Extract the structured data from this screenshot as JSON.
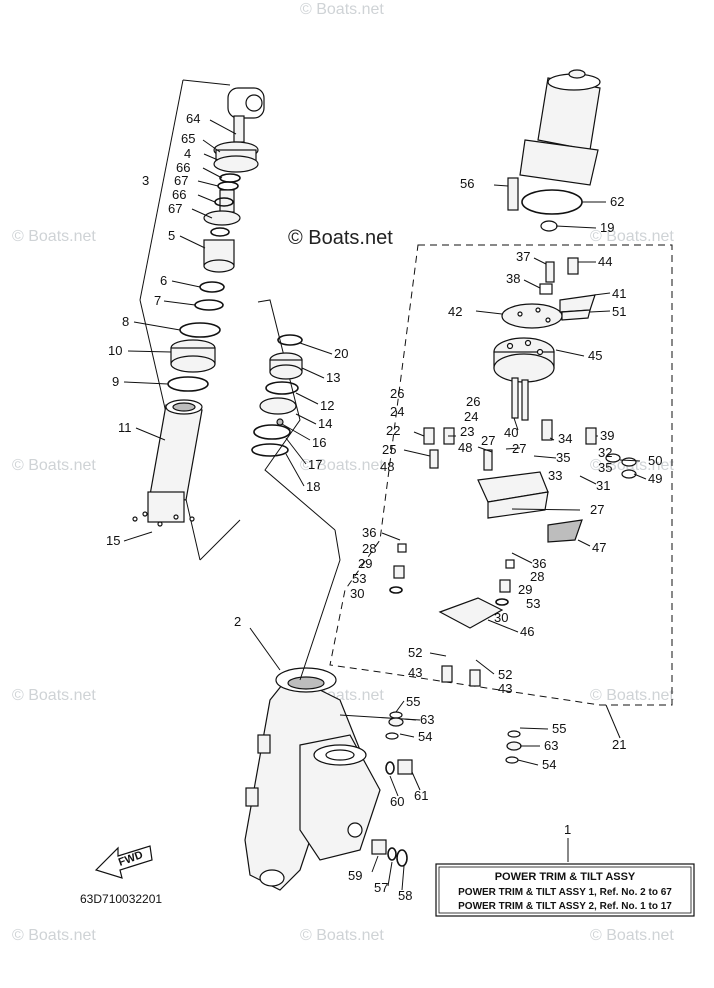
{
  "watermark": {
    "main": "© Boats.net",
    "faint": "© Boats.net"
  },
  "labels": {
    "l1": "1",
    "l2": "2",
    "l3": "3",
    "l4": "4",
    "l5": "5",
    "l6": "6",
    "l7": "7",
    "l8": "8",
    "l9": "9",
    "l10": "10",
    "l11": "11",
    "l12": "12",
    "l13": "13",
    "l14": "14",
    "l15": "15",
    "l16": "16",
    "l17": "17",
    "l18": "18",
    "l19": "19",
    "l20": "20",
    "l21": "21",
    "l22": "22",
    "l23": "23",
    "l24a": "24",
    "l24b": "24",
    "l25": "25",
    "l26a": "26",
    "l26b": "26",
    "l27a": "27",
    "l27b": "27",
    "l27c": "27",
    "l28a": "28",
    "l28b": "28",
    "l29a": "29",
    "l29b": "29",
    "l30a": "30",
    "l30b": "30",
    "l31": "31",
    "l32": "32",
    "l33": "33",
    "l34": "34",
    "l35a": "35",
    "l35b": "35",
    "l36a": "36",
    "l36b": "36",
    "l37": "37",
    "l38": "38",
    "l39": "39",
    "l40": "40",
    "l41": "41",
    "l42": "42",
    "l43a": "43",
    "l43b": "43",
    "l44": "44",
    "l45": "45",
    "l46": "46",
    "l47": "47",
    "l48a": "48",
    "l48b": "48",
    "l49": "49",
    "l50": "50",
    "l51": "51",
    "l52a": "52",
    "l52b": "52",
    "l53a": "53",
    "l53b": "53",
    "l54a": "54",
    "l54b": "54",
    "l55a": "55",
    "l55b": "55",
    "l56": "56",
    "l57": "57",
    "l58": "58",
    "l59": "59",
    "l60": "60",
    "l61": "61",
    "l62": "62",
    "l63a": "63",
    "l63b": "63",
    "l64": "64",
    "l65": "65",
    "l66a": "66",
    "l66b": "66",
    "l67a": "67",
    "l67b": "67"
  },
  "assembly_box": {
    "ref_number": "1",
    "title": "POWER TRIM & TILT ASSY",
    "line1": "POWER TRIM & TILT ASSY 1, Ref. No. 2 to 67",
    "line2": "POWER TRIM & TILT ASSY 2, Ref. No. 1 to 17"
  },
  "fwd_marker": "FWD",
  "diagram_code": "63D710032201"
}
